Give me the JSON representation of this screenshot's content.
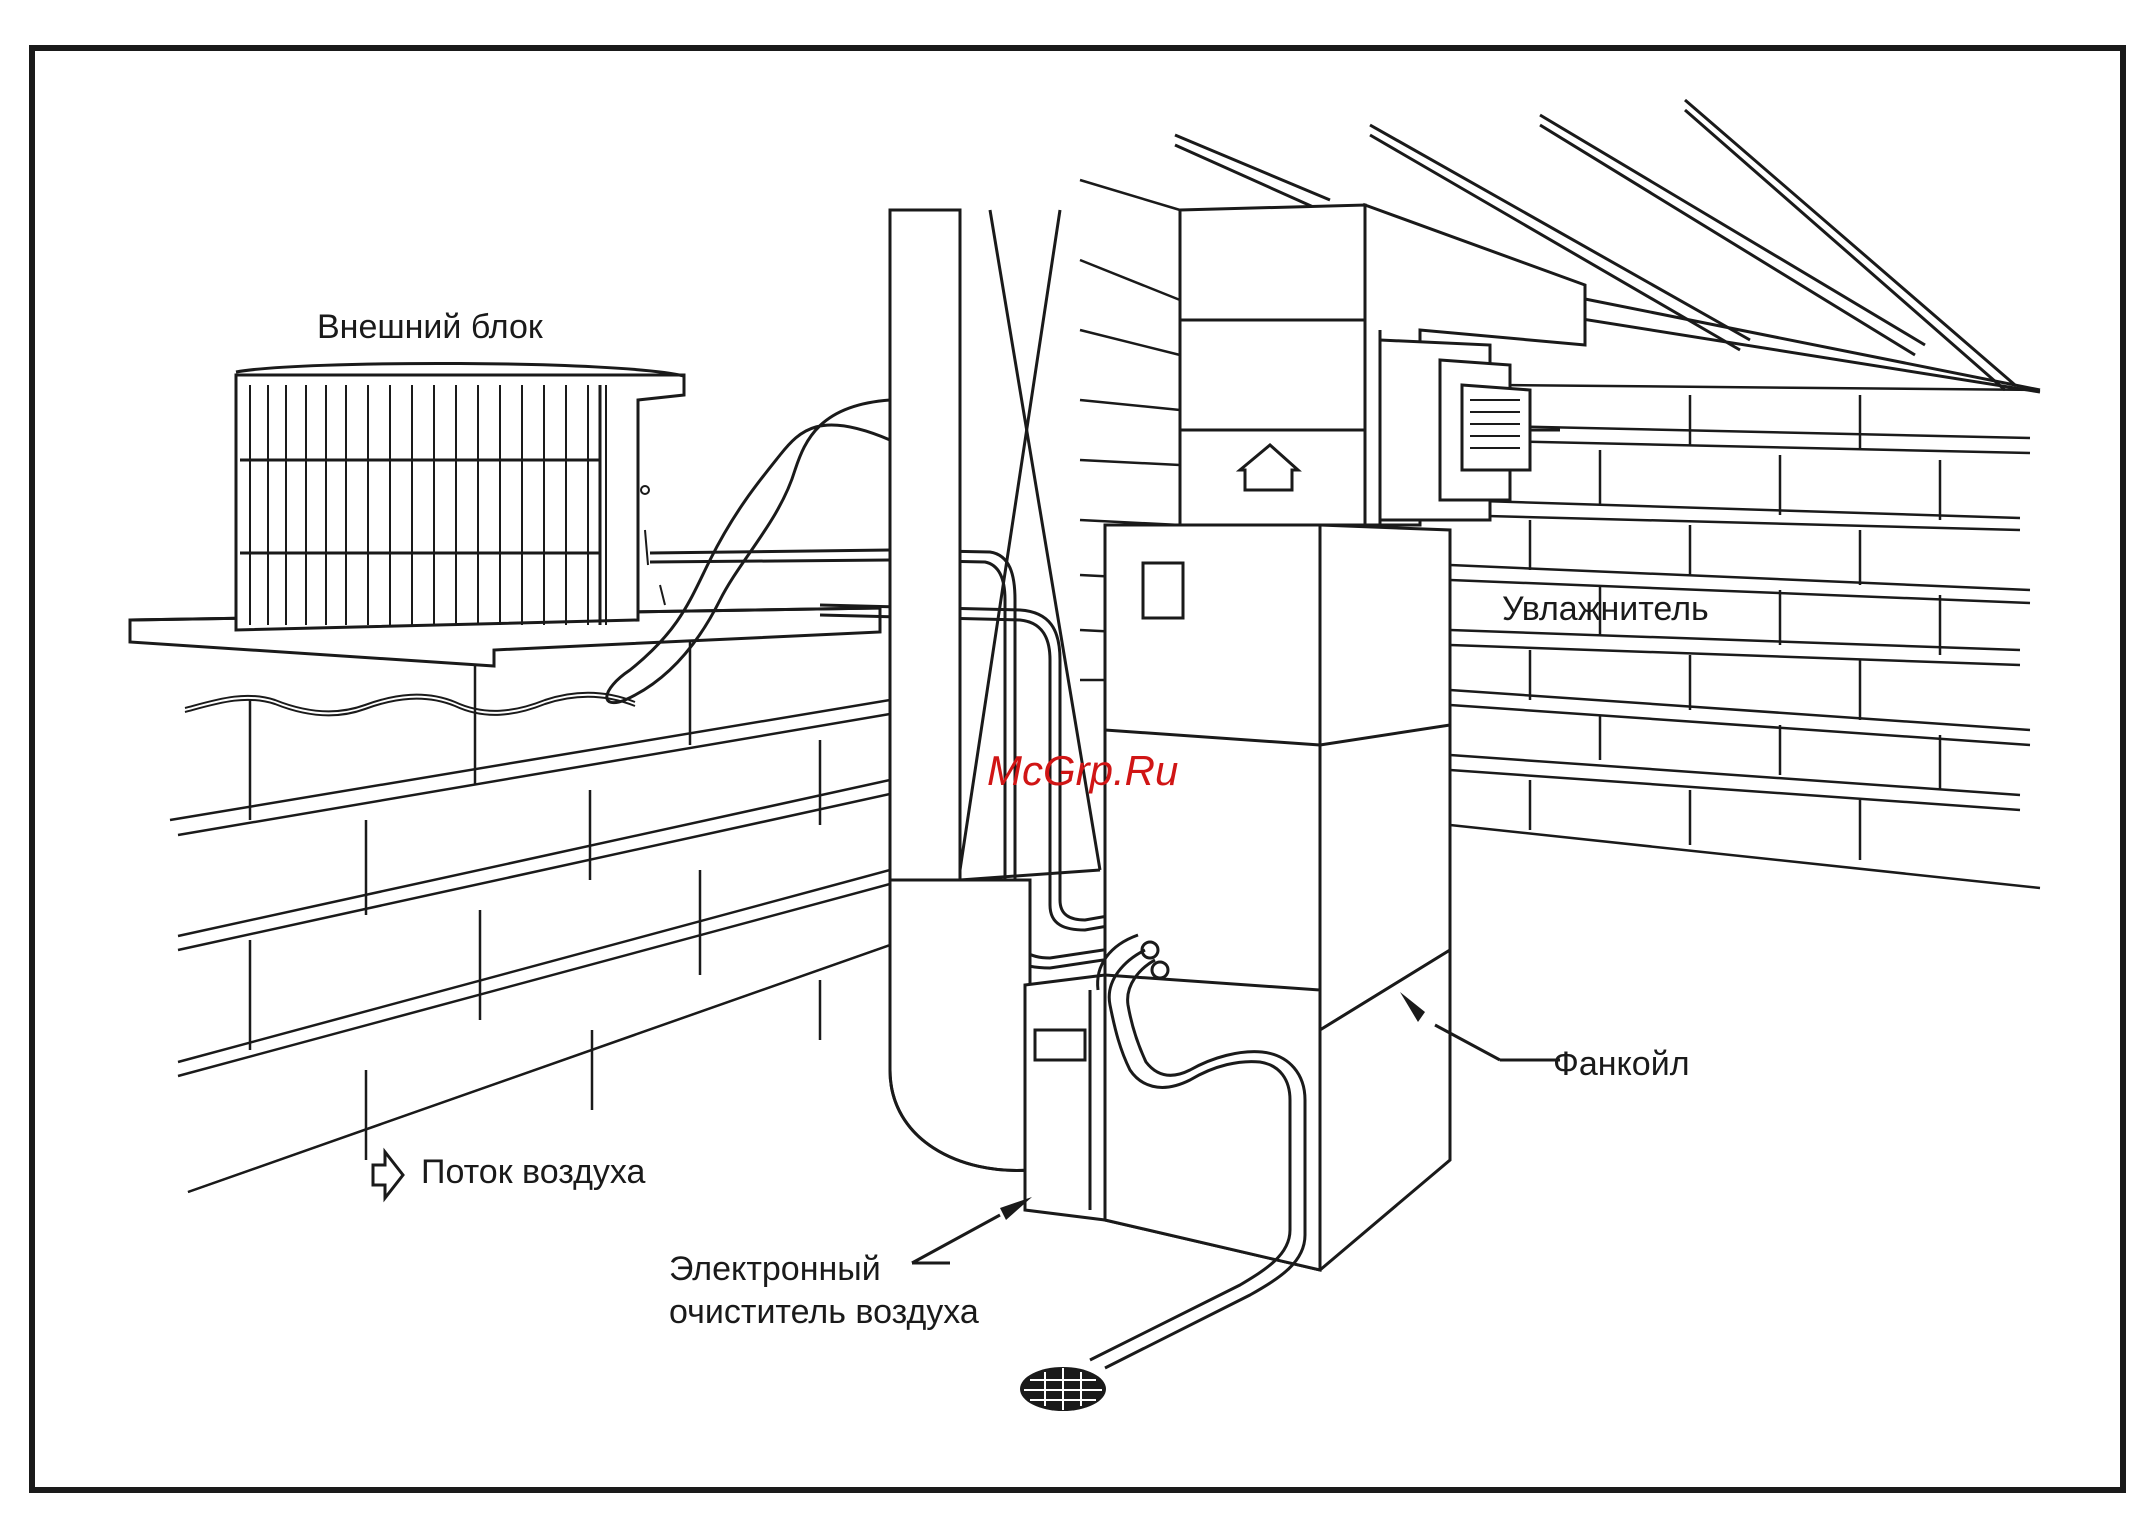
{
  "labels": {
    "outdoor_unit": "Внешний блок",
    "humidifier": "Увлажнитель",
    "fan_coil": "Фанкойл",
    "air_flow": "Поток воздуха",
    "air_cleaner_line1": "Электронный",
    "air_cleaner_line2": "очиститель воздуха"
  },
  "watermark": "McGrp.Ru",
  "colors": {
    "line": "#1a1a1a",
    "background": "#ffffff",
    "watermark": "#d01515"
  },
  "icons": [
    "air-flow-arrow-icon",
    "up-arrow-icon",
    "drain-grate-icon"
  ]
}
